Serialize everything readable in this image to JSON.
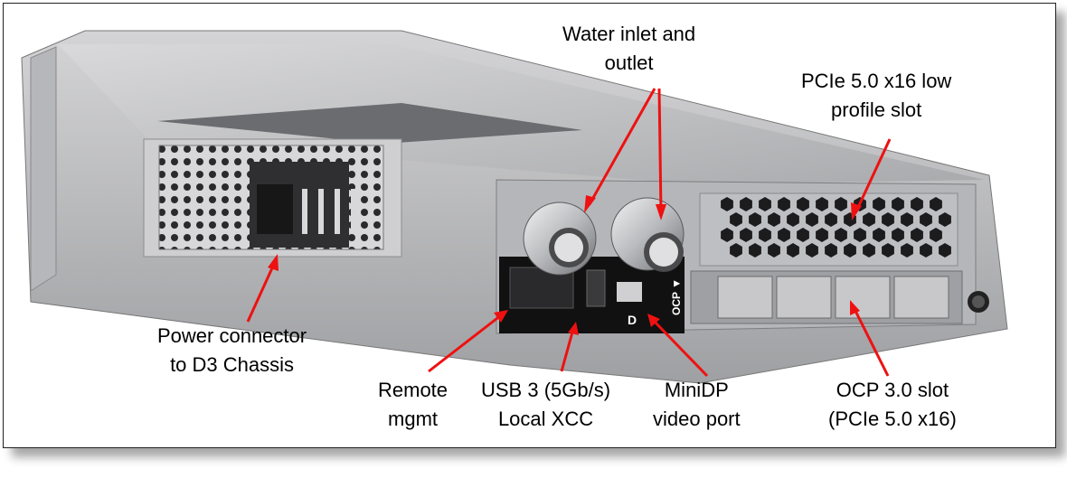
{
  "labels": {
    "water": {
      "line1": "Water inlet and",
      "line2": "outlet"
    },
    "pcie": {
      "line1": "PCIe 5.0 x16 low",
      "line2": "profile slot"
    },
    "power": {
      "line1": "Power connector",
      "line2": "to D3 Chassis"
    },
    "remote": {
      "line1": "Remote",
      "line2": "mgmt"
    },
    "usb": {
      "line1": "USB 3 (5Gb/s)",
      "line2": "Local XCC"
    },
    "minidp": {
      "line1": "MiniDP",
      "line2": "video port"
    },
    "ocp": {
      "line1": "OCP 3.0 slot",
      "line2": "(PCIe 5.0 x16)"
    }
  },
  "panel_marks": {
    "ocp": "OCP ▼",
    "dp": "D"
  },
  "colors": {
    "arrow": "#ee1111",
    "chassis": "#c4c4c6",
    "panel": "#111111"
  }
}
